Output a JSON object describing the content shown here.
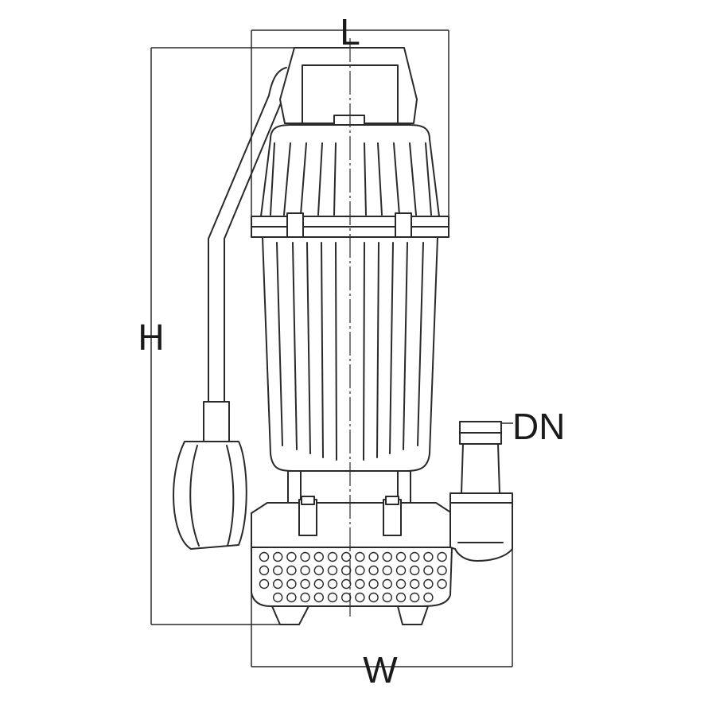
{
  "diagram": {
    "labels": {
      "length": "L",
      "height": "H",
      "width": "W",
      "outlet": "DN"
    }
  }
}
